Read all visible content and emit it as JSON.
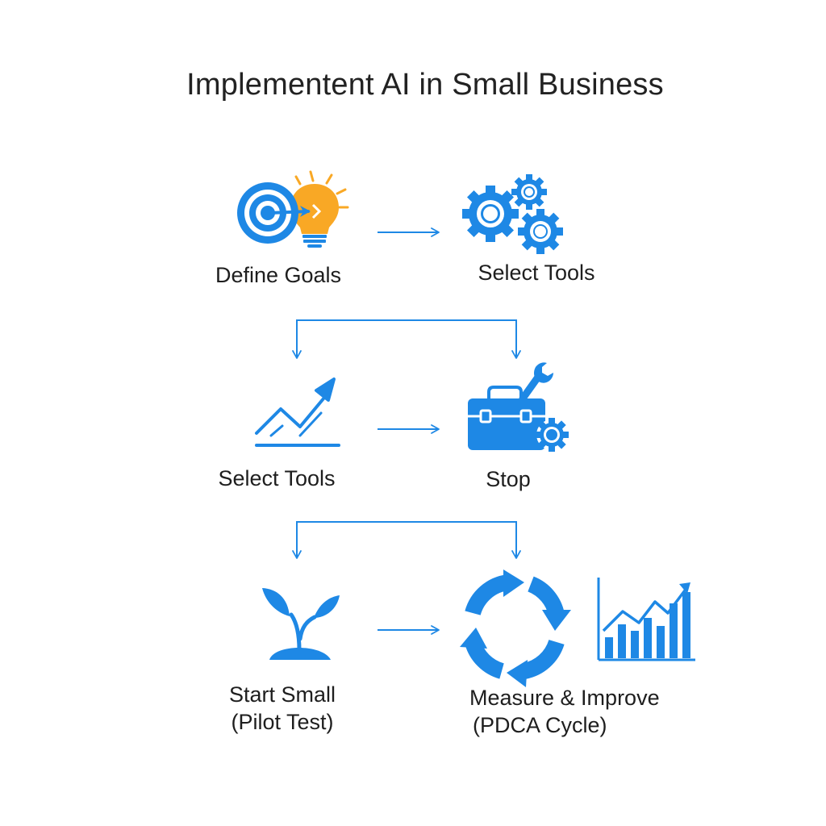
{
  "title": "Implementent AI in Small Business",
  "colors": {
    "primary": "#1E88E5",
    "accent": "#F9A825",
    "text": "#1e1e1e"
  },
  "steps": [
    {
      "label": "Define Goals",
      "icon": "target-lightbulb-icon"
    },
    {
      "label": "Select Tools",
      "icon": "gears-icon"
    },
    {
      "label": "Select Tools",
      "icon": "growth-chart-icon"
    },
    {
      "label": "Stop",
      "icon": "toolbox-icon"
    },
    {
      "label": "Start Small",
      "label2": "(Pilot Test)",
      "icon": "sprout-icon"
    },
    {
      "label": "Measure & Improve",
      "label2": "(PDCA Cycle)",
      "icon": "cycle-arrows-icon"
    }
  ],
  "extra_icons": [
    "bar-chart-icon"
  ]
}
